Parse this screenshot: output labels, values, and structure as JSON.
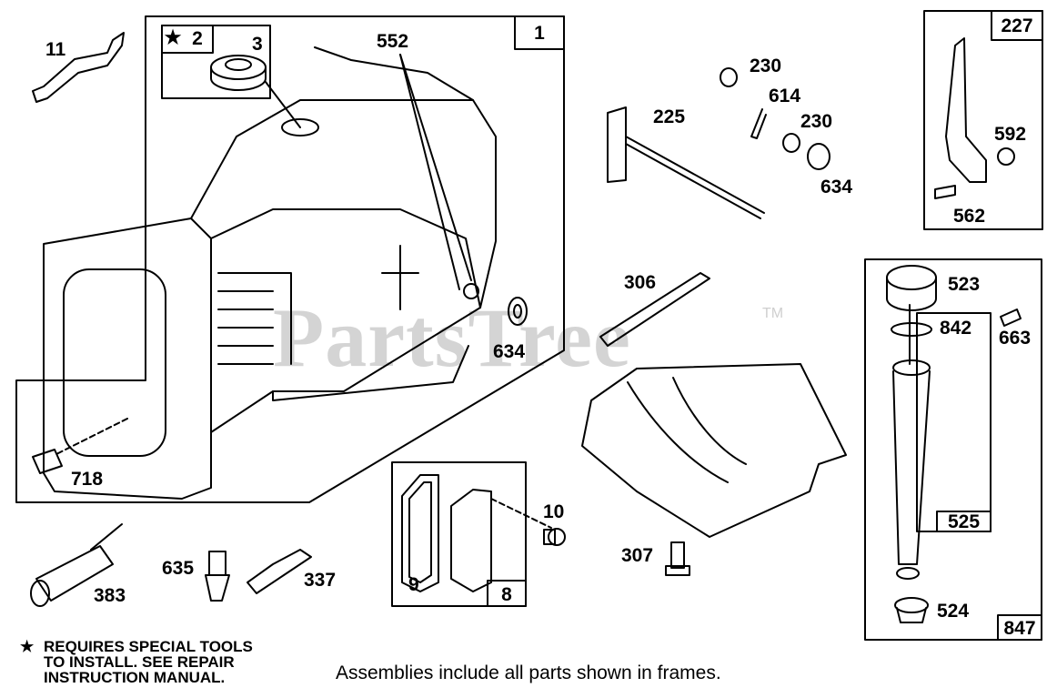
{
  "watermark": {
    "text": "PartsTree",
    "mark": "TM"
  },
  "frames": {
    "frame_1": "1",
    "frame_2": "2",
    "frame_8": "8",
    "frame_227": "227",
    "frame_525": "525",
    "frame_847": "847"
  },
  "special_marker": "★",
  "labels": {
    "p11": "11",
    "p3": "3",
    "p552": "552",
    "p634a": "634",
    "p718": "718",
    "p230a": "230",
    "p614": "614",
    "p230b": "230",
    "p225": "225",
    "p634b": "634",
    "p306": "306",
    "p307": "307",
    "p10": "10",
    "p9": "9",
    "p383": "383",
    "p635": "635",
    "p337": "337",
    "p592": "592",
    "p562": "562",
    "p523": "523",
    "p842": "842",
    "p663": "663",
    "p524": "524"
  },
  "footer": {
    "note_star": "★",
    "note_line1": "REQUIRES SPECIAL TOOLS",
    "note_line2": "TO INSTALL.  SEE REPAIR",
    "note_line3": "INSTRUCTION MANUAL.",
    "caption": "Assemblies include all parts shown in frames."
  }
}
